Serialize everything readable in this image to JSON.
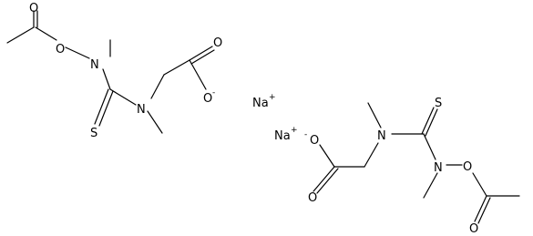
{
  "structure": {
    "left_anion": {
      "atoms": {
        "o_carbonyl": "O",
        "o_ester": "O",
        "n_hydroxyl": "N",
        "n_ring": "N",
        "s_thio": "S",
        "o_acid_double": "O",
        "o_acid_single": "O",
        "o_charge": "-"
      }
    },
    "right_anion": {
      "atoms": {
        "o_charge": "-",
        "o_acid_single": "O",
        "n_ring": "N",
        "s_thio": "S",
        "n_hydroxyl": "N",
        "o_ester": "O",
        "o_acid_double": "O",
        "o_carbonyl": "O"
      }
    },
    "counterions": {
      "na1": "Na",
      "na1_charge": "+",
      "na2": "Na",
      "na2_charge": "+"
    }
  }
}
